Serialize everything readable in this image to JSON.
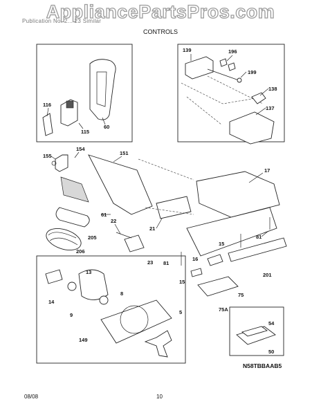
{
  "watermark": "AppliancePartsPros.com",
  "header": {
    "line": "Publication No. 2... 23 Similar",
    "section_title": "CONTROLS"
  },
  "diagram_code": "N58TBBAAB5",
  "footer": {
    "date": "08/08",
    "page": "10"
  },
  "callouts": {
    "p116": "116",
    "p60": "60",
    "p115": "115",
    "p139": "139",
    "p196": "196",
    "p199": "199",
    "p138": "138",
    "p137": "137",
    "p154": "154",
    "p155": "155",
    "p151": "151",
    "p17": "17",
    "p61": "61",
    "p21": "21",
    "p22": "22",
    "p205": "205",
    "p206": "206",
    "p23": "23",
    "p81a": "81",
    "p81b": "81",
    "p15a": "15",
    "p16": "16",
    "p201": "201",
    "p15b": "15",
    "p75": "75",
    "p75a": "75A",
    "p13": "13",
    "p14": "14",
    "p8": "8",
    "p9": "9",
    "p5": "5",
    "p149": "149",
    "p54": "54",
    "p50": "50"
  }
}
